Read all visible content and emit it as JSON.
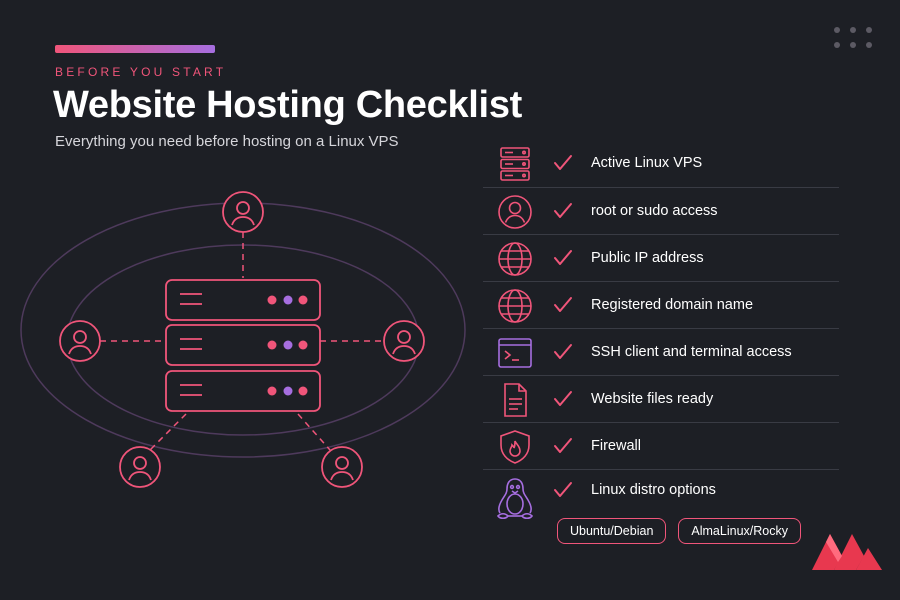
{
  "header": {
    "eyebrow": "BEFORE YOU START",
    "title": "Website Hosting Checklist",
    "subtitle": "Everything you need before hosting on a Linux VPS"
  },
  "colors": {
    "background": "#1d1f25",
    "accent_pink": "#f0557a",
    "accent_purple": "#a66ee0",
    "divider": "#393b44"
  },
  "diagram": {
    "center": "server-stack-icon",
    "server_count": 3,
    "user_nodes": [
      "user-icon-top",
      "user-icon-left",
      "user-icon-right",
      "user-icon-bottom-left",
      "user-icon-bottom-right"
    ]
  },
  "checklist": {
    "items": [
      {
        "icon": "server-icon",
        "label": "Active Linux VPS"
      },
      {
        "icon": "user-icon",
        "label": "root or sudo access"
      },
      {
        "icon": "globe-icon",
        "label": "Public IP address"
      },
      {
        "icon": "globe-icon",
        "label": "Registered domain name"
      },
      {
        "icon": "terminal-icon",
        "label": "SSH client and terminal access"
      },
      {
        "icon": "document-icon",
        "label": "Website files ready"
      },
      {
        "icon": "firewall-shield-icon",
        "label": "Firewall"
      },
      {
        "icon": "tux-penguin-icon",
        "label": "Linux distro options"
      }
    ],
    "distro_options": [
      "Ubuntu/Debian",
      "AlmaLinux/Rocky"
    ]
  }
}
